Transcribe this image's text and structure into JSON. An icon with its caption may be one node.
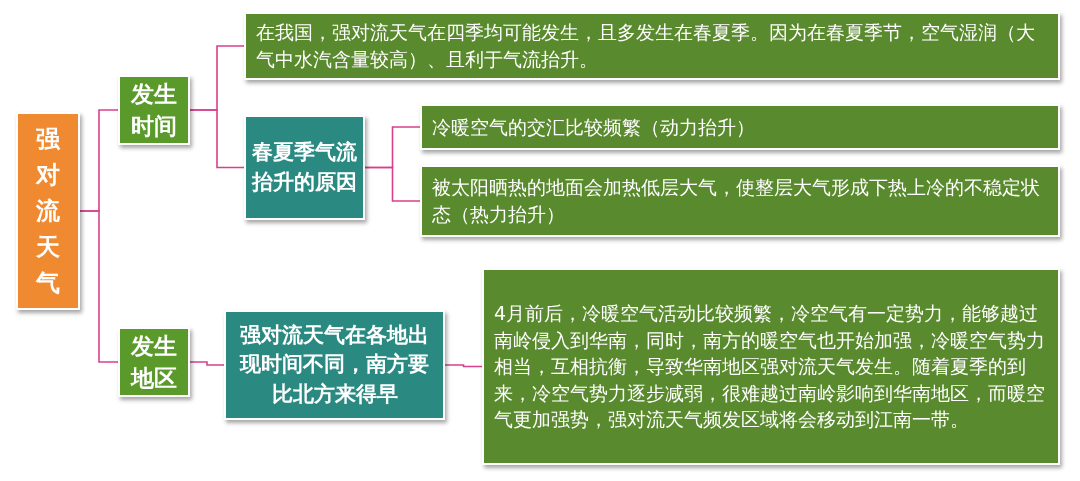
{
  "diagram": {
    "nodes": [
      {
        "text": [
          "强对流天气"
        ]
      },
      {
        "text": [
          "发生时间"
        ]
      },
      {
        "text": [
          "发生地区"
        ]
      },
      {
        "text": [
          "在我国，强对流天气在四季均可能发生，且多发生在春夏季。因为在春夏季节，空气湿润（大气中水汽含量较高）、且利于气流抬升。"
        ]
      },
      {
        "text": [
          "春夏季气流抬升的原因"
        ]
      },
      {
        "text": [
          "冷暖空气的交汇比较频繁（动力抬升）"
        ]
      },
      {
        "text": [
          "被太阳晒热的地面会加热低层大气，使整层大气形成下热上冷的不稳定状态（热力抬升）"
        ]
      },
      {
        "text": [
          "强对流天气在各地出现时间不同，南方要比北方来得早"
        ]
      },
      {
        "text": [
          "4月前后，冷暖空气活动比较频繁，冷空气有一定势力，能够越过南岭侵入到华南，同时，南方的暖空气也开始加强，冷暖空气势力相当，互相抗衡，导致华南地区强对流天气发生。随着夏季的到来，冷空气势力逐步减弱，很难越过南岭影响到华南地区，而暖空气更加强势，强对流天气频发区域将会移动到江南一带。"
        ]
      }
    ],
    "edges": [
      {
        "from": 0,
        "to": 1,
        "arrow": "none"
      },
      {
        "from": 0,
        "to": 2,
        "arrow": "none"
      },
      {
        "from": 1,
        "to": 3,
        "arrow": "none"
      },
      {
        "from": 1,
        "to": 4,
        "arrow": "none"
      },
      {
        "from": 4,
        "to": 5,
        "arrow": "none"
      },
      {
        "from": 4,
        "to": 6,
        "arrow": "none"
      },
      {
        "from": 2,
        "to": 7,
        "arrow": "none"
      },
      {
        "from": 7,
        "to": 8,
        "arrow": "none"
      }
    ]
  }
}
